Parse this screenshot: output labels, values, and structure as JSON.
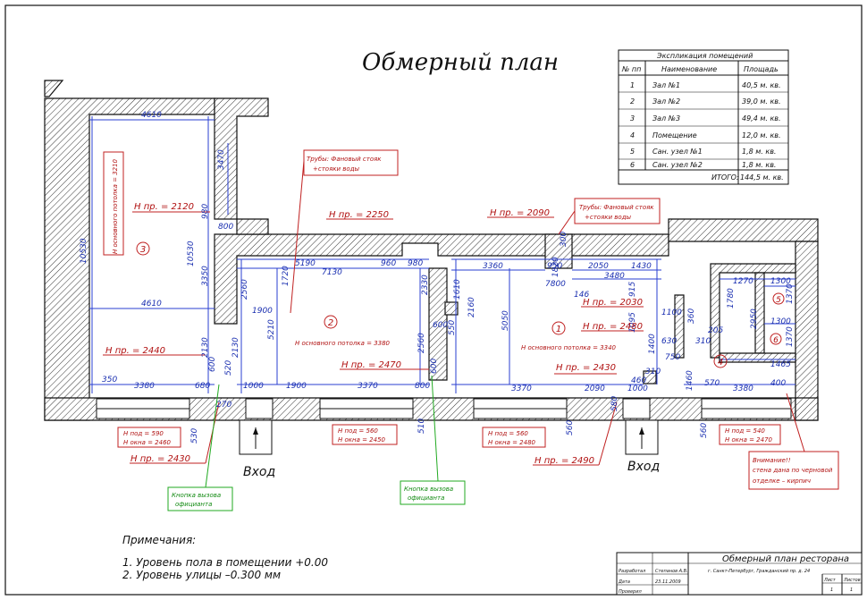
{
  "title": "Обмерный план",
  "explication": {
    "caption": "Экспликация помещений",
    "headers": [
      "№ пп",
      "Наименование",
      "Площадь"
    ],
    "rows": [
      [
        "1",
        "Зал №1",
        "40,5 м. кв."
      ],
      [
        "2",
        "Зал №2",
        "39,0 м. кв."
      ],
      [
        "3",
        "Зал №3",
        "49,4 м. кв."
      ],
      [
        "4",
        "Помещение",
        "12,0 м. кв."
      ],
      [
        "5",
        "Сан. узел №1",
        "1,8 м. кв."
      ],
      [
        "6",
        "Сан. узел №2",
        "1,8 м. кв."
      ]
    ],
    "total_label": "ИТОГО:",
    "total_value": "144,5 м. кв."
  },
  "room_numbers": [
    "3",
    "2",
    "1",
    "4",
    "5",
    "6"
  ],
  "dims_blue": [
    "4610",
    "3470",
    "980",
    "800",
    "10530",
    "10530",
    "3350",
    "4610",
    "2130",
    "2130",
    "600",
    "520",
    "350",
    "3380",
    "680",
    "270",
    "1000",
    "1900",
    "3370",
    "800",
    "5190",
    "7130",
    "960",
    "980",
    "2560",
    "1720",
    "5210",
    "1900",
    "2330",
    "2560",
    "600",
    "550",
    "3360",
    "950",
    "2050",
    "1430",
    "1610",
    "2160",
    "5050",
    "7800",
    "3480",
    "1820",
    "146",
    "300",
    "1095",
    "915",
    "1100",
    "360",
    "630",
    "310",
    "205",
    "750",
    "1400",
    "460",
    "310",
    "1000",
    "2090",
    "3370",
    "3380",
    "400",
    "570",
    "1460",
    "1270",
    "1300",
    "1780",
    "2950",
    "1370",
    "1300",
    "1370",
    "1465",
    "530",
    "510",
    "560",
    "560",
    "580",
    "600"
  ],
  "notes_red": {
    "h_pr_2120": "Н пр. = 2120",
    "h_pr_2250": "Н пр. = 2250",
    "h_pr_2090": "Н пр. = 2090",
    "h_pr_2440": "Н пр. = 2440",
    "h_pr_2470": "Н пр. = 2470",
    "h_pr_2030": "Н пр. = 2030",
    "h_pr_2480": "Н пр. = 2480",
    "h_pr_2430a": "Н пр. = 2430",
    "h_pr_2430b": "Н пр. = 2430",
    "h_pr_2490": "Н пр. = 2490",
    "pipes1a": "Трубы: Фановый стояк",
    "pipes1b": "+стояки воды",
    "pipes2a": "Трубы: Фановый стояк",
    "pipes2b": "+стояки воды",
    "ceil3": "Н основного потолка = 3210",
    "ceil2": "Н основного потолка = 3380",
    "ceil1": "Н основного потолка = 3340",
    "win1a": "Н под = 590",
    "win1b": "Н окна = 2460",
    "win2a": "Н под = 560",
    "win2b": "Н окна = 2450",
    "win3a": "Н под = 560",
    "win3b": "Н окна = 2480",
    "win4a": "Н под = 540",
    "win4b": "Н окна = 2470",
    "warn1": "Внимание!!",
    "warn2": "стена дана по черновой",
    "warn3": "отделке – кирпич"
  },
  "notes_green": {
    "btn1a": "Кнопка вызова",
    "btn1b": "официанта",
    "btn2a": "Кнопка вызова",
    "btn2b": "официанта"
  },
  "entrances": [
    "Вход",
    "Вход"
  ],
  "remarks": {
    "heading": "Примечания:",
    "line1": "1.  Уровень пола в помещении +0.00",
    "line2": "2.  Уровень улицы   –0.300 мм"
  },
  "stamp": {
    "title": "Обмерный план ресторана",
    "subtitle": "г. Санкт-Петербург, Гражданский пр. д. 24",
    "row1a": "Разработал",
    "row1b": "Степанов А.В.",
    "row2a": "Дата",
    "row2b": "23.11.2009",
    "row3a": "Проверил",
    "sheet": "Лист",
    "sheets": "Листов",
    "sheet_no": "1",
    "sheets_no": "1"
  }
}
